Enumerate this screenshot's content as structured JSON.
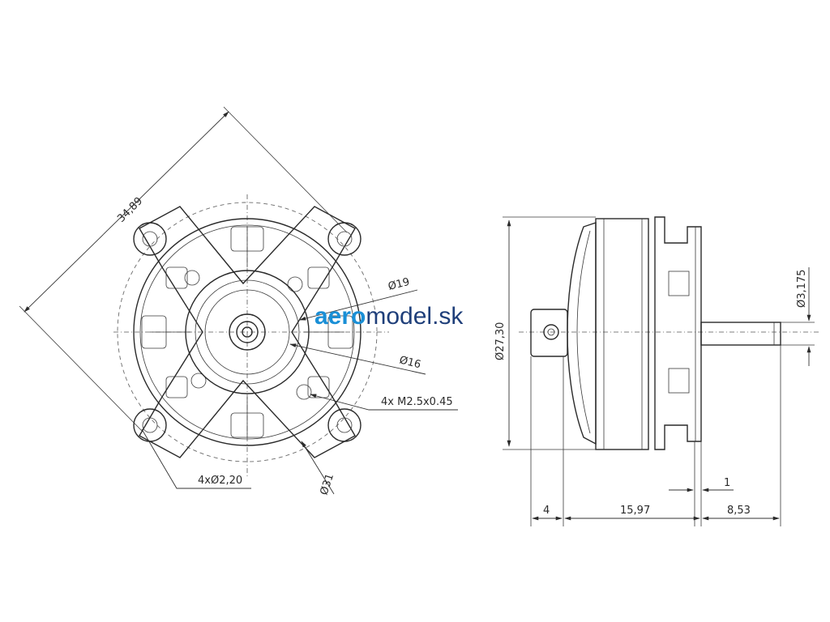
{
  "logo": {
    "part1": "aero",
    "part2": "model.sk",
    "color1": "#1a8fd6",
    "color2": "#1f3f7a"
  },
  "front_view": {
    "labels": {
      "diagonal": "34,89",
      "d19": "Ø19",
      "d16": "Ø16",
      "thread": "4x M2.5x0.45",
      "holes": "4xØ2,20",
      "d31": "Ø31"
    }
  },
  "side_view": {
    "labels": {
      "d27": "Ø27,30",
      "d3175": "Ø3,175",
      "len_4": "4",
      "len_1597": "15,97",
      "len_853": "8,53",
      "len_1": "1"
    }
  },
  "colors": {
    "line": "#2a2a2a",
    "background": "#ffffff"
  }
}
